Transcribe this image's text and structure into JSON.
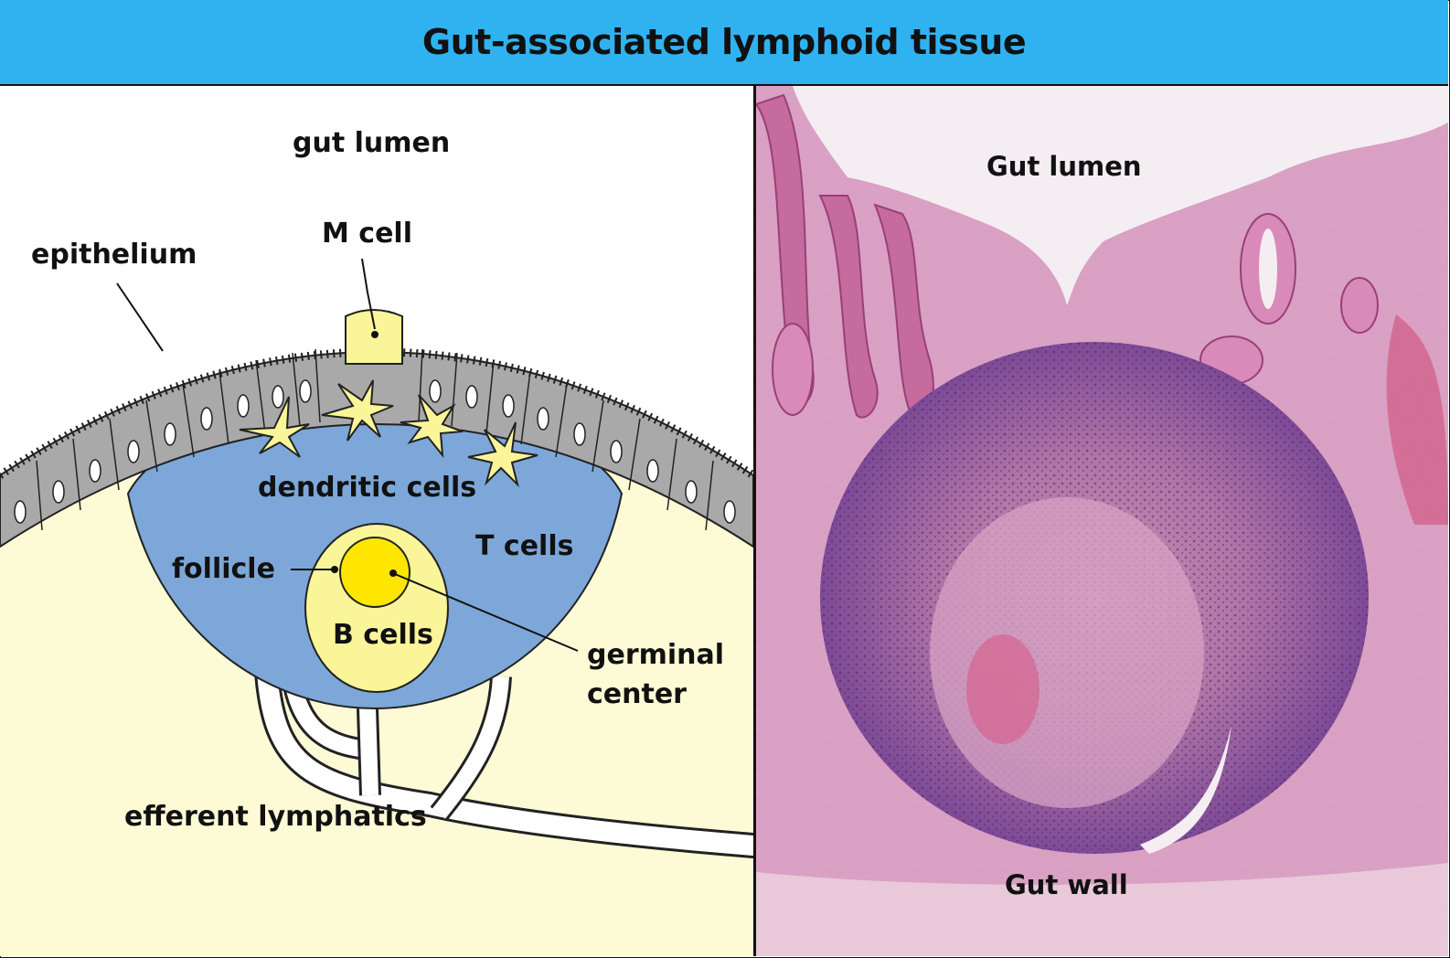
{
  "title": "Gut-associated lymphoid tissue",
  "diagram": {
    "labels": {
      "gut_lumen": "gut lumen",
      "m_cell": "M cell",
      "epithelium": "epithelium",
      "dendritic_cells": "dendritic cells",
      "t_cells": "T cells",
      "follicle": "follicle",
      "b_cells": "B cells",
      "germinal": "germinal",
      "center": "center",
      "efferent_lymphatics": "efferent lymphatics"
    },
    "colors": {
      "background_tissue": "#fdfbd6",
      "dome": "#7da7d8",
      "epithelium": "#a9a9a9",
      "m_cell": "#fbf59a",
      "dendritic_cell": "#fbf59a",
      "follicle": "#fbf59a",
      "germinal_center": "#ffe600"
    }
  },
  "micrograph": {
    "labels": {
      "gut_lumen": "Gut lumen",
      "gut_wall": "Gut wall"
    },
    "colors": {
      "stain_pink": "#d9a0c4",
      "lymphoid_purple": "#8a4f9e",
      "lumen": "#f4eef2"
    }
  }
}
